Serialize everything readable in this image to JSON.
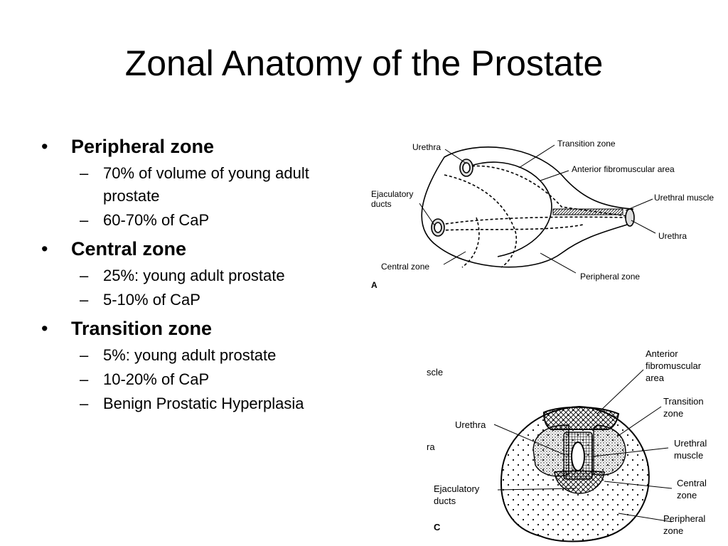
{
  "slide": {
    "title": "Zonal Anatomy of the Prostate",
    "bullets": [
      {
        "label": "Peripheral zone",
        "subs": [
          "70% of volume of young adult prostate",
          "60-70% of CaP"
        ]
      },
      {
        "label": "Central zone",
        "subs": [
          "25%: young adult prostate",
          "5-10% of CaP"
        ]
      },
      {
        "label": "Transition zone",
        "subs": [
          "5%: young adult prostate",
          "10-20% of CaP",
          "Benign Prostatic Hyperplasia"
        ]
      }
    ]
  },
  "figure_a": {
    "panel_letter": "A",
    "labels": {
      "urethra_top": "Urethra",
      "transition_zone": "Transition zone",
      "anterior_fibromuscular": "Anterior fibromuscular area",
      "ejaculatory_ducts_1": "Ejaculatory",
      "ejaculatory_ducts_2": "ducts",
      "urethral_muscle": "Urethral muscle",
      "urethra_right": "Urethra",
      "central_zone": "Central zone",
      "peripheral_zone": "Peripheral zone"
    }
  },
  "figure_c": {
    "panel_letter": "C",
    "cut_labels": {
      "muscle": "scle",
      "area": "ra"
    },
    "labels": {
      "anterior_1": "Anterior",
      "anterior_2": "fibromuscular",
      "anterior_3": "area",
      "transition_1": "Transition",
      "transition_2": "zone",
      "urethra": "Urethra",
      "urethral_muscle_1": "Urethral",
      "urethral_muscle_2": "muscle",
      "central_1": "Central",
      "central_2": "zone",
      "ejaculatory_1": "Ejaculatory",
      "ejaculatory_2": "ducts",
      "peripheral_1": "Peripheral",
      "peripheral_2": "zone"
    }
  }
}
